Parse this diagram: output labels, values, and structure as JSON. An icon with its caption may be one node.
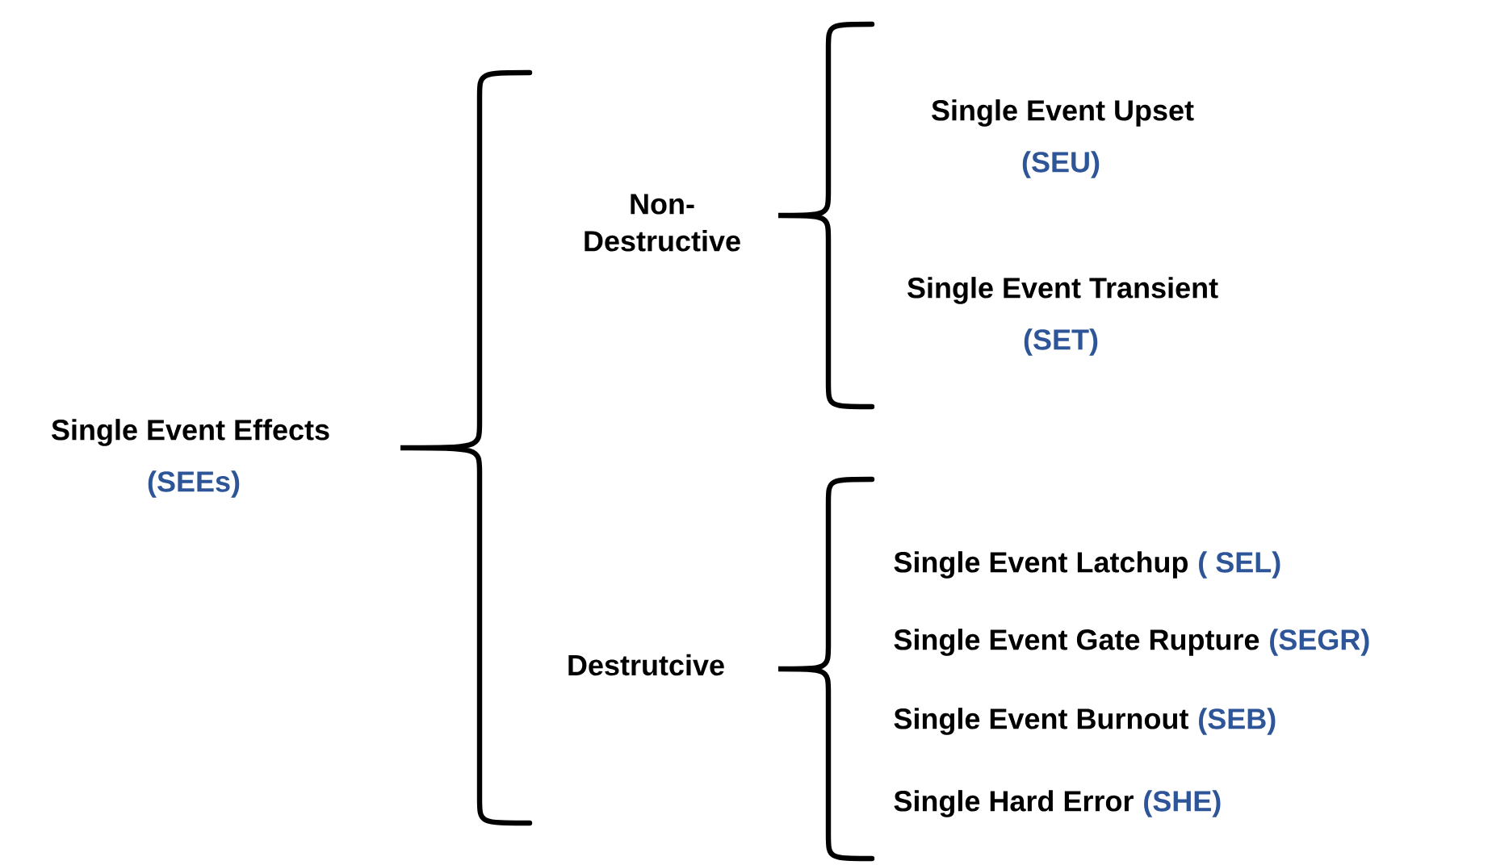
{
  "diagram": {
    "labels": [
      "Single Event Effects",
      "(SEEs)",
      "Non-Destructive",
      "Single Event Upset",
      "(SEU)",
      "Single Event Transient",
      "(SET)",
      "Destrutcive",
      "Single Event Latchup",
      "( SEL)",
      "Single Event Gate Rupture",
      "(SEGR)",
      "Single Event Burnout",
      "(SEB)",
      "Single Hard Error",
      "(SHE)"
    ]
  }
}
